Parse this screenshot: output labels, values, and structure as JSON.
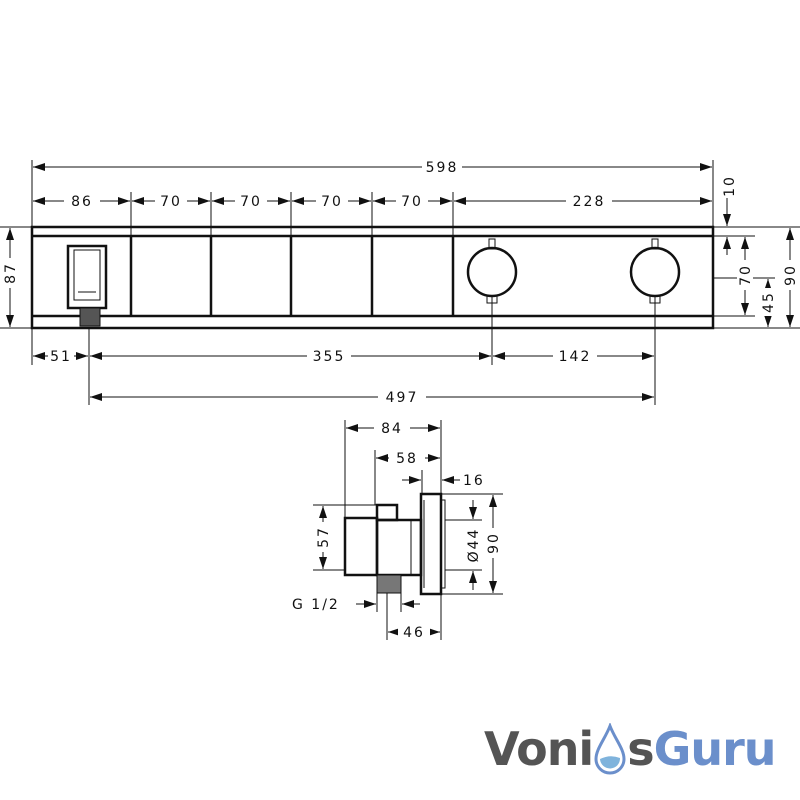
{
  "front_view": {
    "dimensions": {
      "overall_width": "598",
      "segment_1": "86",
      "segment_2": "70",
      "segment_3": "70",
      "segment_4": "70",
      "segment_5": "70",
      "segment_6": "228",
      "height_left": "87",
      "top_offset": "10",
      "inner_height": "70",
      "knob_height": "45",
      "overall_height": "90",
      "outlet_offset": "51",
      "outlet_to_knob": "355",
      "knob_spacing": "142",
      "outlet_to_knob2": "497"
    }
  },
  "side_view": {
    "dimensions": {
      "depth_total": "84",
      "depth_body": "58",
      "plate_thickness": "16",
      "body_height": "57",
      "knob_diameter": "Ø44",
      "plate_height": "90",
      "thread": "G 1/2",
      "thread_to_plate": "46"
    }
  },
  "logo": {
    "part1": "Voni",
    "part2": "s",
    "part3": "Guru",
    "colors": {
      "dark": "#545454",
      "blue": "#6b8fcb"
    }
  }
}
